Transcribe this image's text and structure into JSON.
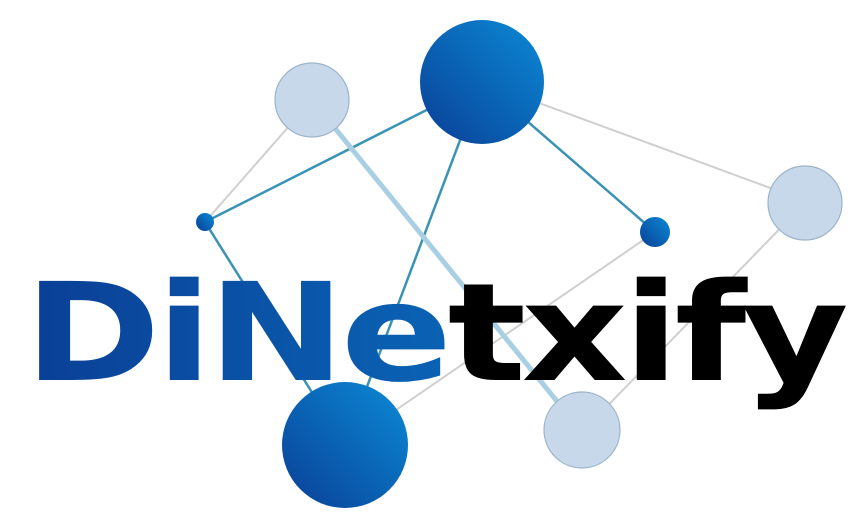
{
  "logo": {
    "wordmark": {
      "part1": "DiNe",
      "part2": "txify",
      "full": "DiNetxify"
    },
    "colors": {
      "blue_dark": "#0a4ea5",
      "blue_light": "#0b8ad6",
      "text_black": "#000000",
      "node_pale": "#c7d8ea",
      "node_pale_stroke": "#9db3c9",
      "edge_gray": "#cfcfcf",
      "edge_teal": "#3a93b5",
      "edge_lightblue": "#a9cfe3"
    },
    "icon": "network-graph-icon"
  }
}
